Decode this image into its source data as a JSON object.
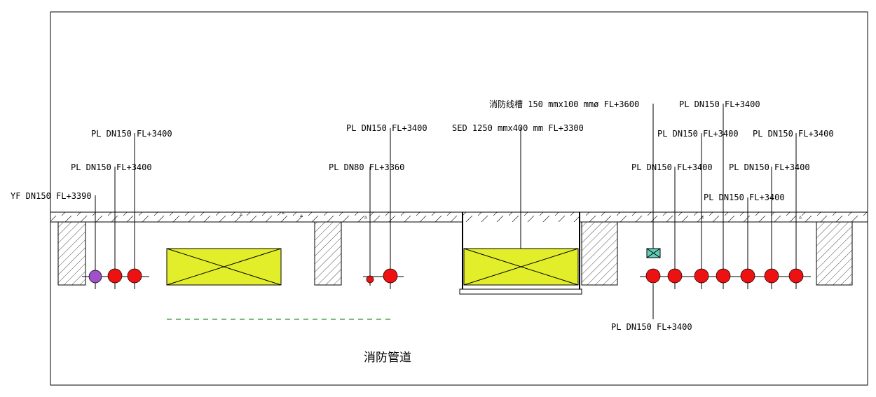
{
  "colors": {
    "pipe": "#ee1111",
    "yf_pipe": "#a050c8",
    "duct_fill": "#e2ee2a",
    "tray_fill": "#5fcfb5",
    "dashed_line": "#2f8f2f"
  },
  "labels": [
    {
      "id": "yf-150",
      "text": "YF DN150 FL+3390"
    },
    {
      "id": "pl-150-a",
      "text": "PL DN150 FL+3400"
    },
    {
      "id": "pl-150-b",
      "text": "PL DN150 FL+3400"
    },
    {
      "id": "pl-80",
      "text": "PL DN80 FL+3360"
    },
    {
      "id": "pl-150-c",
      "text": "PL DN150 FL+3400"
    },
    {
      "id": "sed",
      "text": "SED 1250 mmx400 mm FL+3300"
    },
    {
      "id": "tray",
      "text": "消防线槽 150 mmx100 mmø FL+3600"
    },
    {
      "id": "pl-150-d",
      "text": "PL DN150 FL+3400"
    },
    {
      "id": "pl-150-e",
      "text": "PL DN150 FL+3400"
    },
    {
      "id": "pl-150-f",
      "text": "PL DN150 FL+3400"
    },
    {
      "id": "pl-150-g",
      "text": "PL DN150 FL+3400"
    },
    {
      "id": "pl-150-h",
      "text": "PL DN150 FL+3400"
    },
    {
      "id": "pl-150-i",
      "text": "PL DN150 FL+3400"
    },
    {
      "id": "pl-150-j",
      "text": "PL DN150 FL+3400"
    }
  ],
  "drawing_title": "消防管道"
}
